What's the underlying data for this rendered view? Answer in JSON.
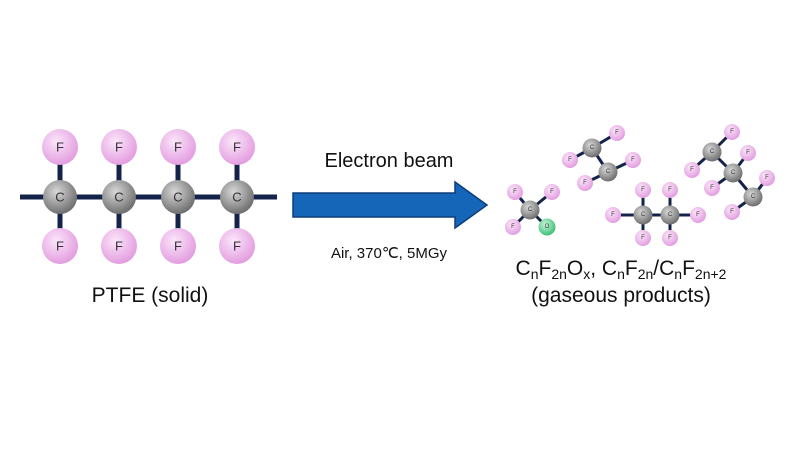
{
  "atoms": {
    "fluorine": "F",
    "carbon": "C",
    "oxygen": "O"
  },
  "reactant_label": "PTFE (solid)",
  "arrow": {
    "top_label": "Electron beam",
    "bottom_label": "Air, 370℃, 5MGy"
  },
  "products": {
    "formula_parts": [
      {
        "t": "C"
      },
      {
        "t": "n",
        "sub": true
      },
      {
        "t": "F"
      },
      {
        "t": "2n",
        "sub": true
      },
      {
        "t": "O"
      },
      {
        "t": "x",
        "sub": true
      },
      {
        "t": ", C"
      },
      {
        "t": "n",
        "sub": true
      },
      {
        "t": "F"
      },
      {
        "t": "2n",
        "sub": true
      },
      {
        "t": "/C"
      },
      {
        "t": "n",
        "sub": true
      },
      {
        "t": "F"
      },
      {
        "t": "2n+2",
        "sub": true
      }
    ],
    "formula_text": "CnF2nOx, CnF2n/CnF2n+2",
    "label": "(gaseous products)"
  },
  "colors": {
    "fluorine": "#e8a8e6",
    "carbon": "#8c8c8c",
    "oxygen": "#5fcf8f",
    "bond": "#14234a",
    "arrow": "#1565b8",
    "arrow_edge": "#0d3f7a"
  }
}
